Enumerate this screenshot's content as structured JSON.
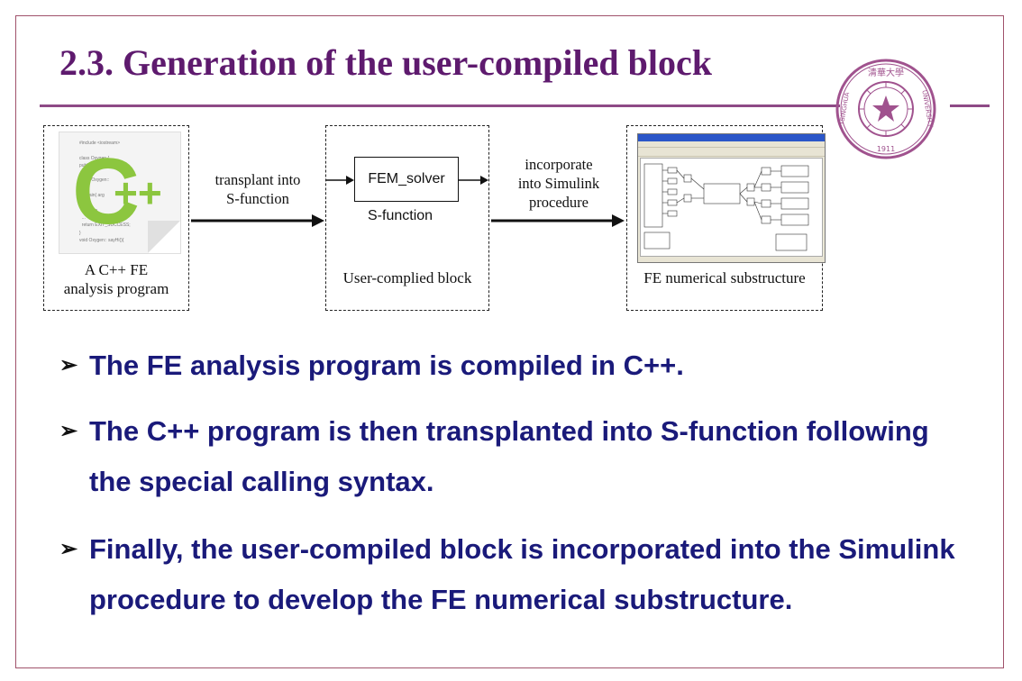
{
  "slide": {
    "title": "2.3. Generation of the user-compiled block"
  },
  "logo": {
    "name": "tsinghua-university-seal",
    "text_top": "清華大學",
    "text_left": "TSINGHUA",
    "text_right": "UNIVERSITY",
    "text_bottom": "1911",
    "color": "#a0528e"
  },
  "diagram": {
    "boxes": [
      {
        "caption_line1": "A C++ FE",
        "caption_line2": "analysis program"
      },
      {
        "inner_block": "FEM_solver",
        "inner_label": "S-function",
        "caption": "User-complied block"
      },
      {
        "caption": "FE numerical substructure"
      }
    ],
    "arrows": [
      {
        "line1": "transplant into",
        "line2": "S-function"
      },
      {
        "line1": "incorporate",
        "line2": "into Simulink",
        "line3": "procedure"
      }
    ]
  },
  "bullets": [
    "The FE analysis program is compiled in C++.",
    "The C++ program is then transplanted into S-function following the special calling syntax.",
    "Finally, the user-compiled block is incorporated into the Simulink procedure to develop the FE numerical substructure."
  ],
  "colors": {
    "title": "#5e1a6e",
    "bullet_text": "#1a1a7a",
    "rule": "#8e4a86",
    "frame": "#a0526b",
    "cpp_green": "#8cc63f"
  }
}
